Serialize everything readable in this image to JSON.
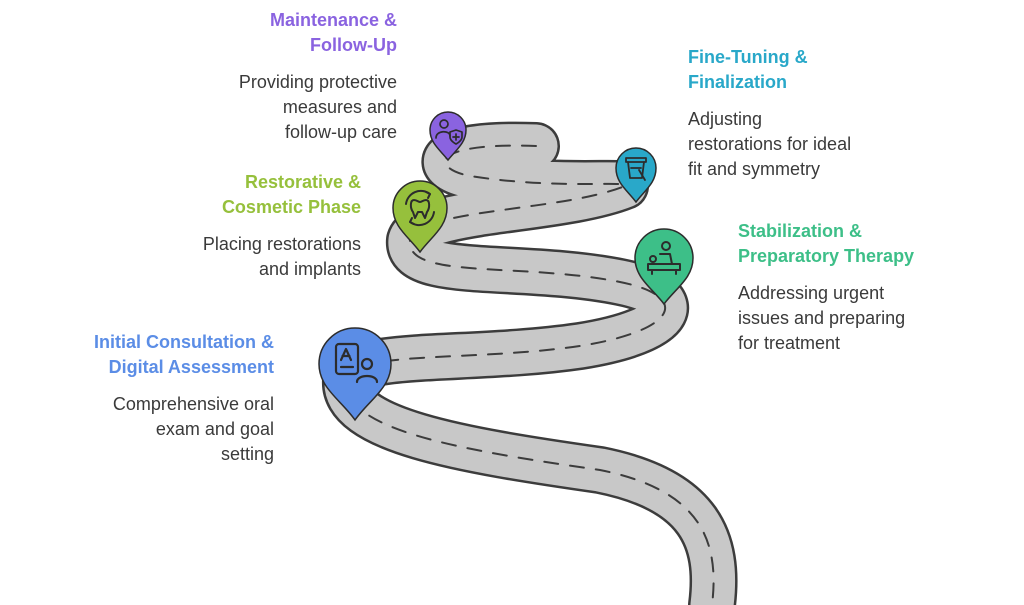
{
  "colors": {
    "road_fill": "#c8c8c8",
    "road_edge": "#3c3c3c",
    "lane_dash": "#3c3c3c",
    "consultation": "#5b8de6",
    "stabilization": "#3dbf88",
    "restorative": "#96c03c",
    "finetuning": "#29a8c9",
    "maintenance": "#8a63e0"
  },
  "steps": [
    {
      "key": "consultation",
      "title_lines": [
        "Initial Consultation &",
        "Digital Assessment"
      ],
      "desc_lines": [
        "Comprehensive oral",
        "exam and goal",
        "setting"
      ],
      "icon": "document-person-icon",
      "color": "#5b8de6"
    },
    {
      "key": "stabilization",
      "title_lines": [
        "Stabilization &",
        "Preparatory Therapy"
      ],
      "desc_lines": [
        "Addressing urgent",
        "issues and preparing",
        "for treatment"
      ],
      "icon": "patient-treatment-icon",
      "color": "#3dbf88"
    },
    {
      "key": "restorative",
      "title_lines": [
        "Restorative &",
        "Cosmetic Phase"
      ],
      "desc_lines": [
        "Placing restorations",
        "and implants"
      ],
      "icon": "tooth-refresh-icon",
      "color": "#96c03c"
    },
    {
      "key": "finetuning",
      "title_lines": [
        "Fine-Tuning &",
        "Finalization"
      ],
      "desc_lines": [
        "Adjusting",
        "restorations for ideal",
        "fit and symmetry"
      ],
      "icon": "cup-tool-icon",
      "color": "#29a8c9"
    },
    {
      "key": "maintenance",
      "title_lines": [
        "Maintenance &",
        "Follow-Up"
      ],
      "desc_lines": [
        "Providing protective",
        "measures and",
        "follow-up care"
      ],
      "icon": "person-shield-icon",
      "color": "#8a63e0"
    }
  ]
}
